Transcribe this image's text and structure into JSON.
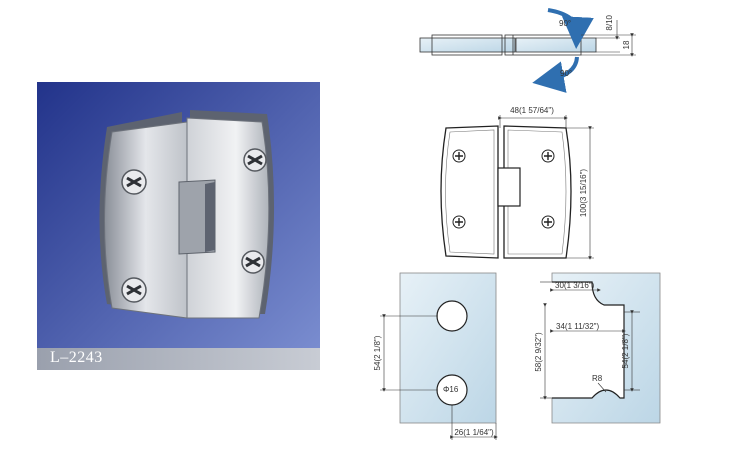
{
  "product": {
    "model_code": "L–2243"
  },
  "top_view": {
    "rotation_top": "90°",
    "rotation_bottom": "90°",
    "glass_thickness": "8/10",
    "overall_thickness": "18"
  },
  "front_view": {
    "width_label": "48(1 57/64\")",
    "height_label": "100(3 15/16\")"
  },
  "glass_cut_left": {
    "hole_spacing": "54(2 1/8\")",
    "hole_diameter": "Φ16",
    "edge_offset": "26(1 1/64\")"
  },
  "glass_cut_right": {
    "notch_top_depth": "30(1 3/16\")",
    "notch_depth": "34(1 11/32\")",
    "notch_height": "58(2 9/32\")",
    "notch_inner_height": "54(2 1/8\")",
    "radius": "R8"
  },
  "colors": {
    "photo_bg_top": "#2a3a8c",
    "photo_bg_bottom": "#6a80c8",
    "glass_tint": "#cfe3ef",
    "arrow_blue": "#2f6fb0"
  }
}
